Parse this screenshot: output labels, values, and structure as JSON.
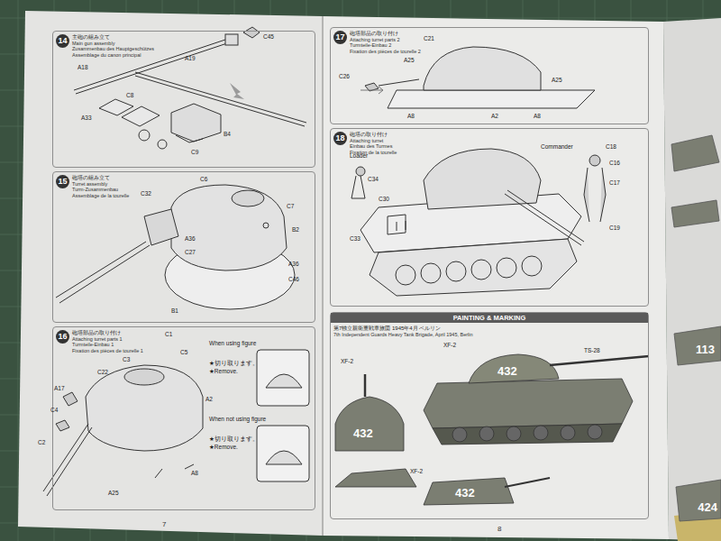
{
  "diagram": {
    "nodes": [
      {
        "text": [
          "14",
          "主砲の組み立て",
          "Main gun assembly",
          "Zusammenbau des Hauptgeschützes",
          "Assemblage du canon principal"
        ]
      },
      {
        "text": [
          "15",
          "砲塔の組み立て",
          "Turret assembly",
          "Turm-Zusammenbau",
          "Assemblage de la tourelle"
        ]
      },
      {
        "text": [
          "16",
          "砲塔部品の取り付け",
          "Attaching turret parts 1",
          "Turmteile-Einbau 1",
          "Fixation des pièces de tourelle 1"
        ]
      },
      {
        "text": [
          "17",
          "砲塔部品の取り付け",
          "Attaching turret parts 2",
          "Turmteile-Einbau 2",
          "Fixation des pièces de tourelle 2"
        ]
      },
      {
        "text": [
          "18",
          "砲塔の取り付け",
          "Attaching turret",
          "Einbau des Turmes",
          "Fixation de la tourelle"
        ]
      },
      {
        "text": [
          "PAINTING & MARKING",
          "第7独立親衛重戦車旅団 1945年4月 ベルリン",
          "7th Independent Guards Heavy Tank Brigade, April 1945, Berlin"
        ]
      }
    ],
    "labels": [
      "C45",
      "A19",
      "A18",
      "A33",
      "C8",
      "B4",
      "C9",
      "C6",
      "C7",
      "C32",
      "A36",
      "C27",
      "B2",
      "A36",
      "C46",
      "B1",
      "C1",
      "C5",
      "C3",
      "C22",
      "A2",
      "A17",
      "C4",
      "C2",
      "A8",
      "A25",
      "When using figure",
      "★切り取ります。",
      "★Remove.",
      "When not using figure",
      "★切り取ります。",
      "★Remove.",
      "C21",
      "A25",
      "A25",
      "C26",
      "A8",
      "A2",
      "A8",
      "C18",
      "C16",
      "C17",
      "C19",
      "C34",
      "C30",
      "C33",
      "Loader",
      "Commander",
      "XF-2",
      "TS-28",
      "432",
      "432",
      "432",
      "XF-2",
      "XF-2",
      "7",
      "8",
      "113",
      "424"
    ]
  }
}
